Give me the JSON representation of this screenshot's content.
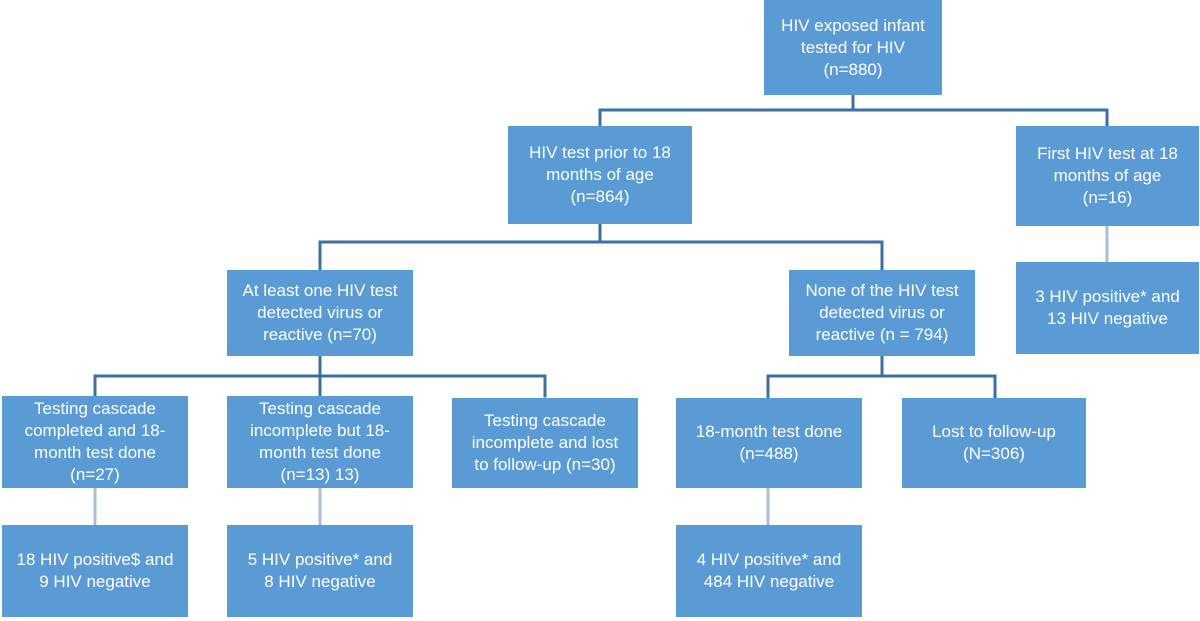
{
  "diagram": {
    "colors": {
      "box_fill": "#5b9bd5",
      "box_text": "#ffffff",
      "connector": "#3c6fa3"
    },
    "nodes": {
      "root": "HIV exposed infant\ntested for HIV\n(n=880)",
      "prior18": "HIV test prior to 18\nmonths of age\n(n=864)",
      "first18": "First HIV test at 18\nmonths of age\n(n=16)",
      "first18_result": "3 HIV positive* and\n13 HIV negative",
      "detected": "At least one HIV test\ndetected virus or\nreactive (n=70)",
      "none_detected": "None of the HIV test\ndetected virus or\nreactive (n = 794)",
      "cascade_completed": "Testing cascade\ncompleted and 18-\nmonth test done\n(n=27)",
      "cascade_incomplete_done": "Testing cascade\nincomplete but 18-\nmonth test done\n(n=13) 13)",
      "cascade_lost": "Testing cascade\nincomplete and lost\nto follow-up (n=30)",
      "test18_done": "18-month test done\n(n=488)",
      "lost": "Lost to follow-up\n(N=306)",
      "result_completed": "18 HIV positive$ and\n9 HIV negative",
      "result_incomplete": "5 HIV positive* and\n8 HIV negative",
      "result_test18": "4 HIV positive* and\n484 HIV negative"
    }
  }
}
